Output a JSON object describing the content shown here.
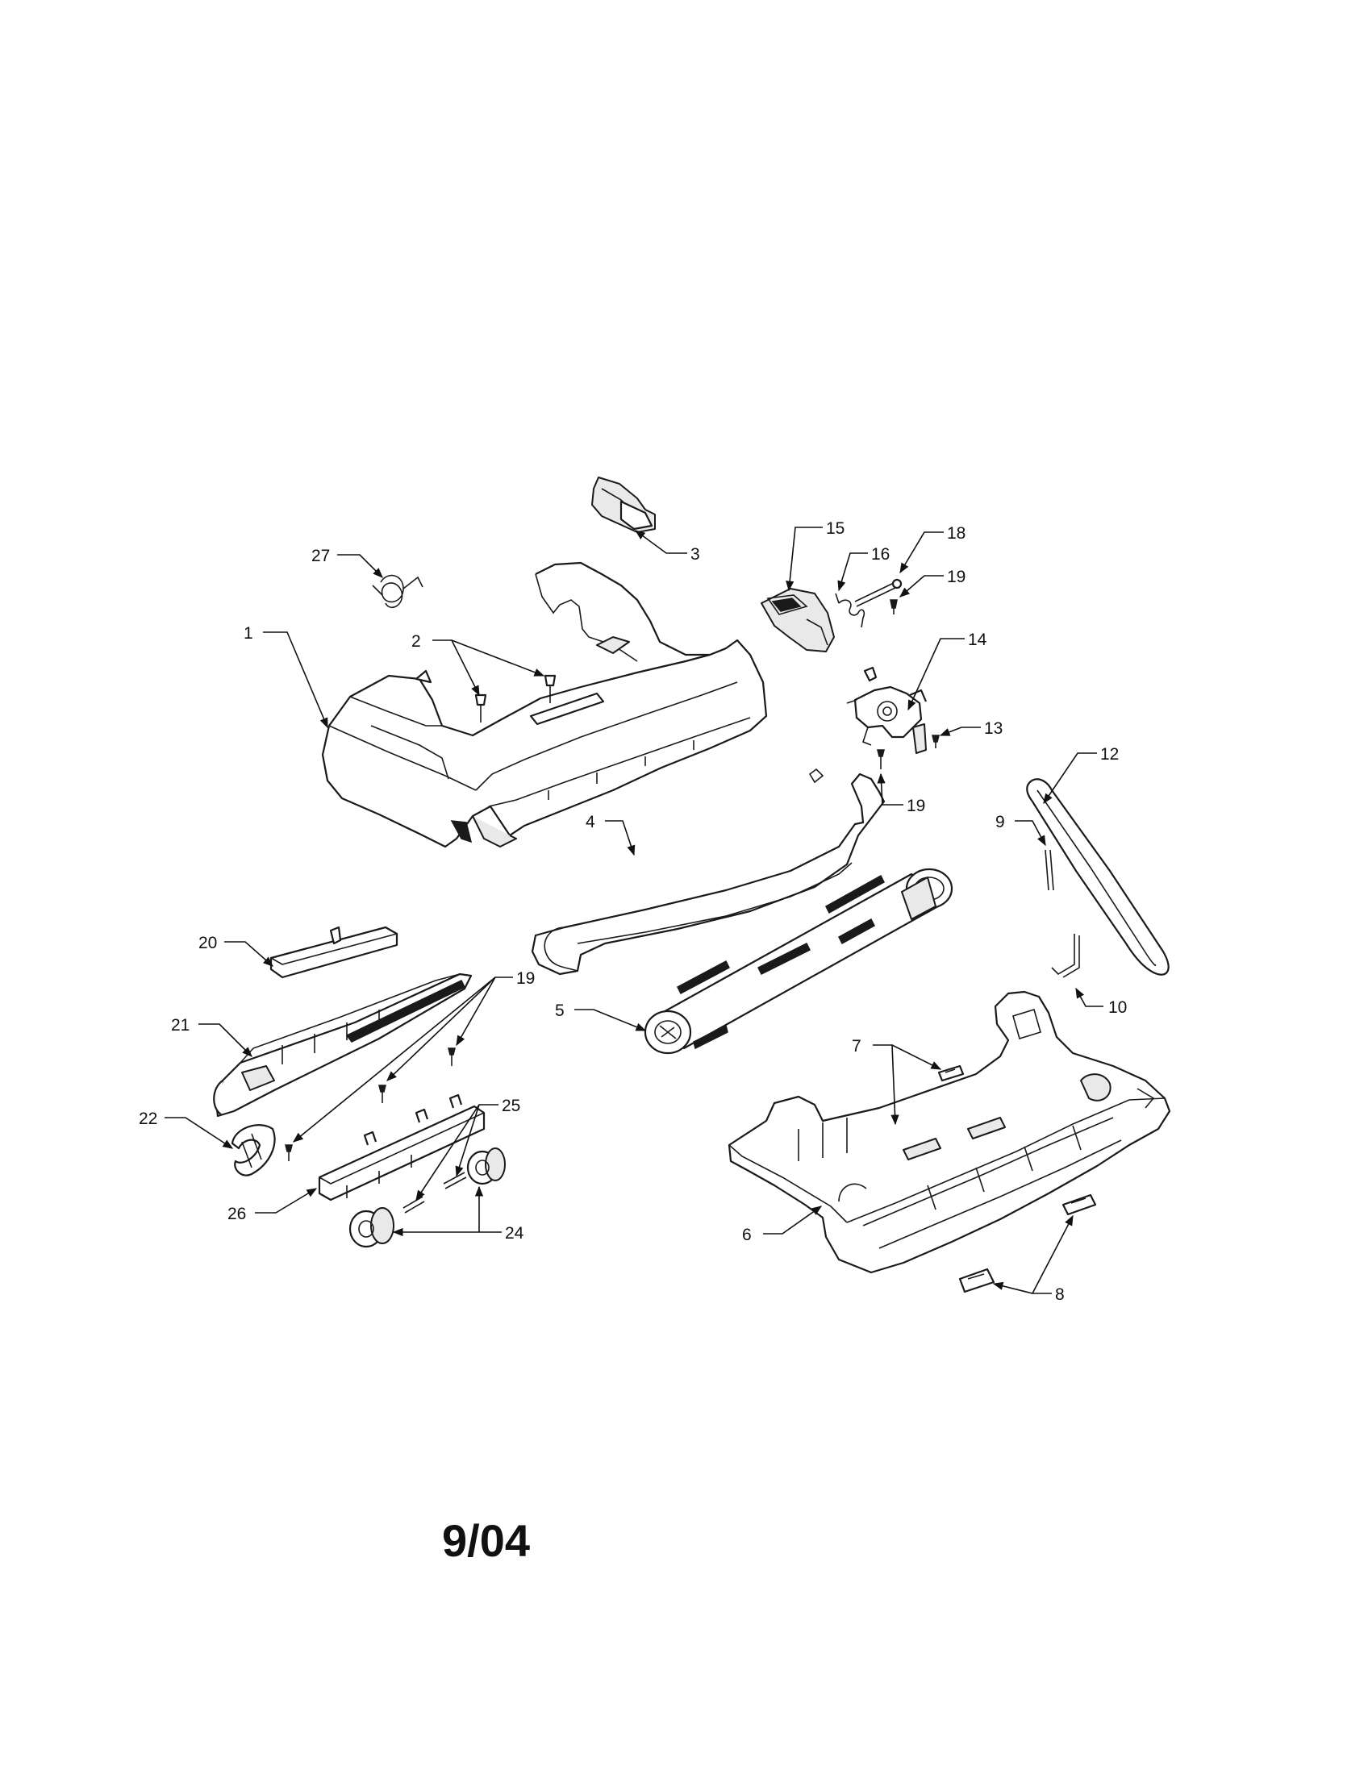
{
  "revision": "9/04",
  "callouts": {
    "c1": "1",
    "c2": "2",
    "c3": "3",
    "c4": "4",
    "c5": "5",
    "c6": "6",
    "c7": "7",
    "c8": "8",
    "c9": "9",
    "c10": "10",
    "c12": "12",
    "c13": "13",
    "c14": "14",
    "c15": "15",
    "c16": "16",
    "c18": "18",
    "c19a": "19",
    "c19b": "19",
    "c19c": "19",
    "c20": "20",
    "c21": "21",
    "c22": "22",
    "c24": "24",
    "c25": "25",
    "c26": "26",
    "c27": "27"
  }
}
